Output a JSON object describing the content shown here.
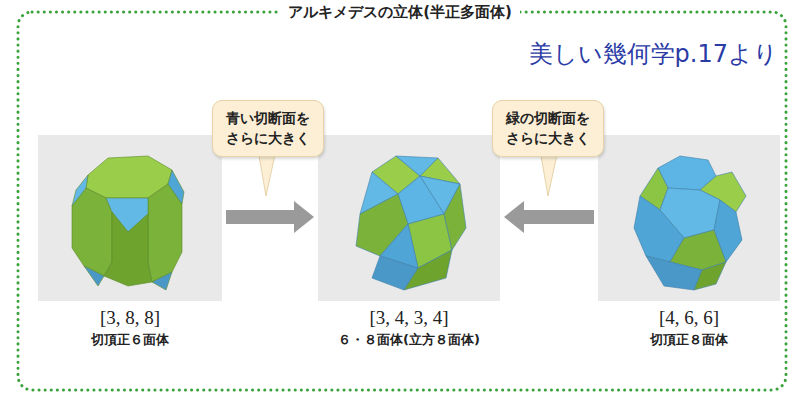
{
  "diagram": {
    "title": "アルキメデスの立体(半正多面体)",
    "nodes": [
      {
        "text": [
          "[3, 8, 8]",
          "切頂正６面体"
        ]
      },
      {
        "text": [
          "青い切断面を さらに大きく"
        ]
      },
      {
        "text": [
          "[3, 4, 3, 4]",
          "６・８面体(立方８面体)"
        ]
      },
      {
        "text": [
          "緑の切断面を さらに大きく"
        ]
      },
      {
        "text": [
          "[4, 6, 6]",
          "切頂正８面体"
        ]
      }
    ],
    "edges": [
      {
        "from": 0,
        "to": 2,
        "arrow": "to"
      },
      {
        "from": 4,
        "to": 2,
        "arrow": "to"
      }
    ],
    "labels": [
      "美しい幾何学p.17より"
    ]
  }
}
